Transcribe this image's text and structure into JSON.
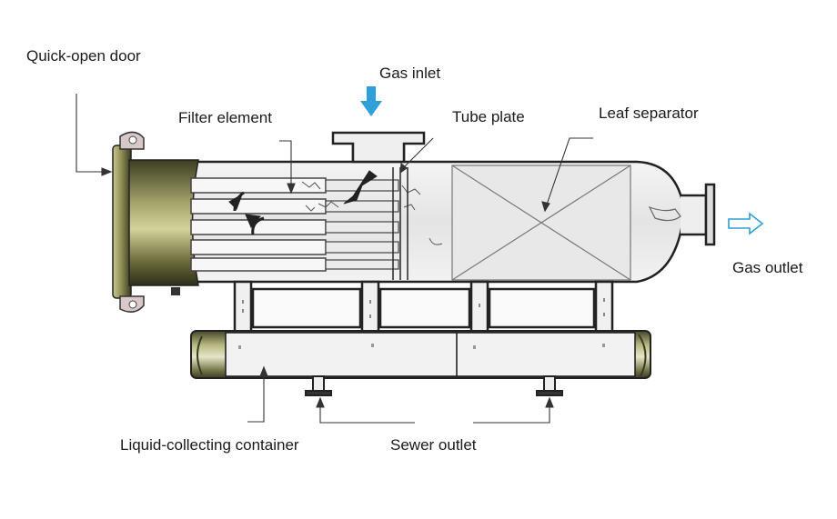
{
  "labels": {
    "quick_open_door": "Quick-open door",
    "gas_inlet": "Gas inlet",
    "filter_element": "Filter element",
    "tube_plate": "Tube plate",
    "leaf_separator": "Leaf separator",
    "gas_outlet": "Gas outlet",
    "liquid_collecting_container": "Liquid-collecting container",
    "sewer_outlet": "Sewer outlet"
  },
  "colors": {
    "inlet_arrow": "#2e9fd8",
    "outlet_arrow": "#2e9fd8",
    "door_dark": "#3a3a22",
    "door_mid": "#8a8a52",
    "door_light": "#c8c890",
    "vessel_fill": "#ededed",
    "outline": "#222222",
    "leader_line": "#333333"
  }
}
